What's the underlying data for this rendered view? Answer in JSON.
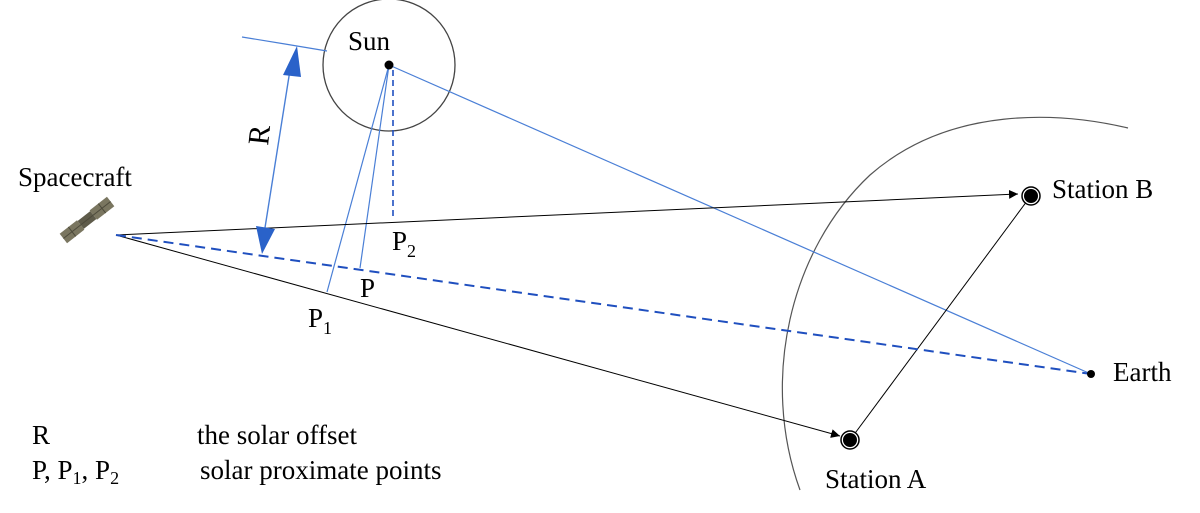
{
  "labels": {
    "sun": "Sun",
    "spacecraft": "Spacecraft",
    "station_a": "Station A",
    "station_b": "Station B",
    "earth": "Earth",
    "r": "R",
    "p": "P",
    "p1_base": "P",
    "p1_sub": "1",
    "p2_base": "P",
    "p2_sub": "2"
  },
  "legend": {
    "r_symbol": "R",
    "r_text": "the solar offset",
    "p_symbol_a": "P, P",
    "p_symbol_sub1": "1",
    "p_symbol_b": ", P",
    "p_symbol_sub2": "2",
    "p_text": "solar proximate points"
  },
  "colors": {
    "blue_line": "#4a7fd6",
    "dashed_blue": "#1f4fbf",
    "arrow_blue": "#2a62c9",
    "black": "#000000",
    "spacecraft_body": "#7a7660"
  },
  "icons": {
    "spacecraft": "satellite-icon"
  }
}
